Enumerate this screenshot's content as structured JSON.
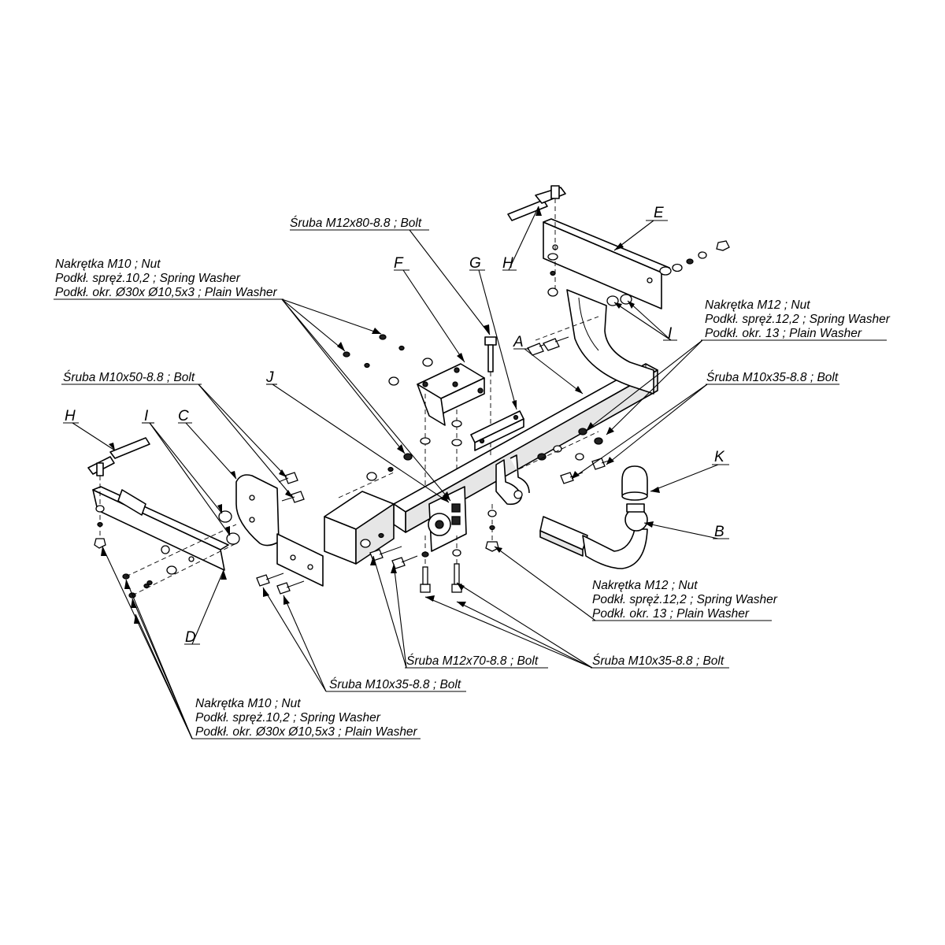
{
  "callouts": {
    "bolt_m12x80": "Śruba M12x80-8.8 ;  Bolt",
    "nut_m10_top": [
      "Nakrętka  M10 ; Nut",
      "Podkł. spręż.10,2 ; Spring Washer",
      "Podkł. okr. Ø30x Ø10,5x3 ; Plain Washer"
    ],
    "bolt_m10x50": "Śruba M10x50-8.8 ;  Bolt",
    "nut_m12_right": [
      "Nakrętka  M12 ; Nut",
      "Podkł. spręż.12,2 ; Spring Washer",
      "Podkł. okr. 13 ; Plain Washer"
    ],
    "bolt_m10x35_right": "Śruba M10x35-8.8 ;  Bolt",
    "nut_m12_lower": [
      "Nakrętka  M12 ; Nut",
      "Podkł. spręż.12,2 ; Spring Washer",
      "Podkł. okr. 13 ; Plain Washer"
    ],
    "bolt_m12x70": "Śruba M12x70-8.8 ;  Bolt",
    "bolt_m10x35_lower_right": "Śruba M10x35-8.8 ;  Bolt",
    "bolt_m10x35_lower_left": "Śruba M10x35-8.8 ;  Bolt",
    "nut_m10_bottom": [
      "Nakrętka  M10 ; Nut",
      "Podkł. spręż.10,2 ; Spring Washer",
      "Podkł. okr. Ø30x Ø10,5x3 ; Plain Washer"
    ]
  },
  "parts": {
    "A": "A",
    "B": "B",
    "C": "C",
    "D": "D",
    "E": "E",
    "F": "F",
    "G": "G",
    "H_left": "H",
    "H_top": "H",
    "I_left": "I",
    "I_right": "I",
    "J": "J",
    "K": "K"
  }
}
